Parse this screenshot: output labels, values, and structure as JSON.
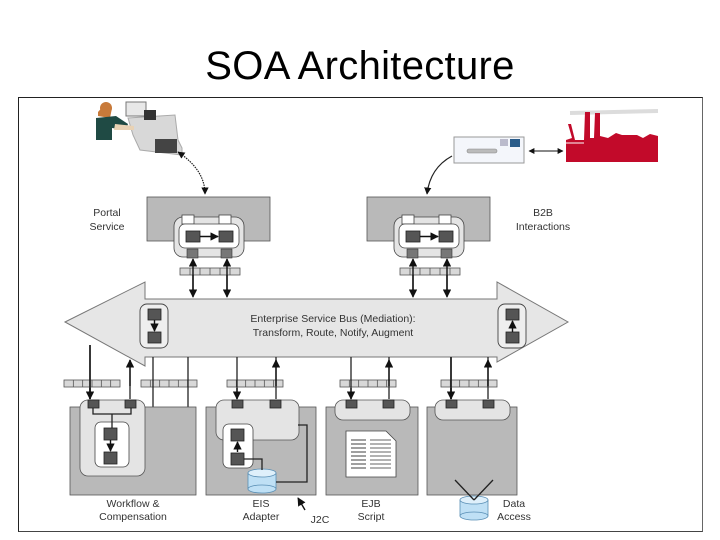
{
  "slide": {
    "title": "SOA Architecture"
  },
  "diagram": {
    "top_components": [
      {
        "label_lines": [
          "Portal",
          "Service"
        ],
        "actor_icon": "user-at-workstation-icon"
      },
      {
        "label_lines": [
          "B2B",
          "Interactions"
        ],
        "actor_icon": "factory-icon",
        "device_icon": "network-device-icon"
      }
    ],
    "bus": {
      "line1": "Enterprise Service Bus (Mediation):",
      "line2": "Transform, Route, Notify, Augment"
    },
    "bottom_components": [
      {
        "label_lines": [
          "Workflow &",
          "Compensation"
        ]
      },
      {
        "label_lines": [
          "EIS",
          "Adapter"
        ],
        "connector_label": "J2C"
      },
      {
        "label_lines": [
          "EJB",
          "Script"
        ]
      },
      {
        "label_lines": [
          "Data",
          "Access"
        ]
      }
    ],
    "colors": {
      "box_gray": "#b9b9b9",
      "inner_light": "#e4e4e4",
      "bus_fill": "#e6e6e6",
      "node_dark": "#555555",
      "db_blue": "#bfe0f5",
      "factory_red": "#c20a2a"
    }
  }
}
